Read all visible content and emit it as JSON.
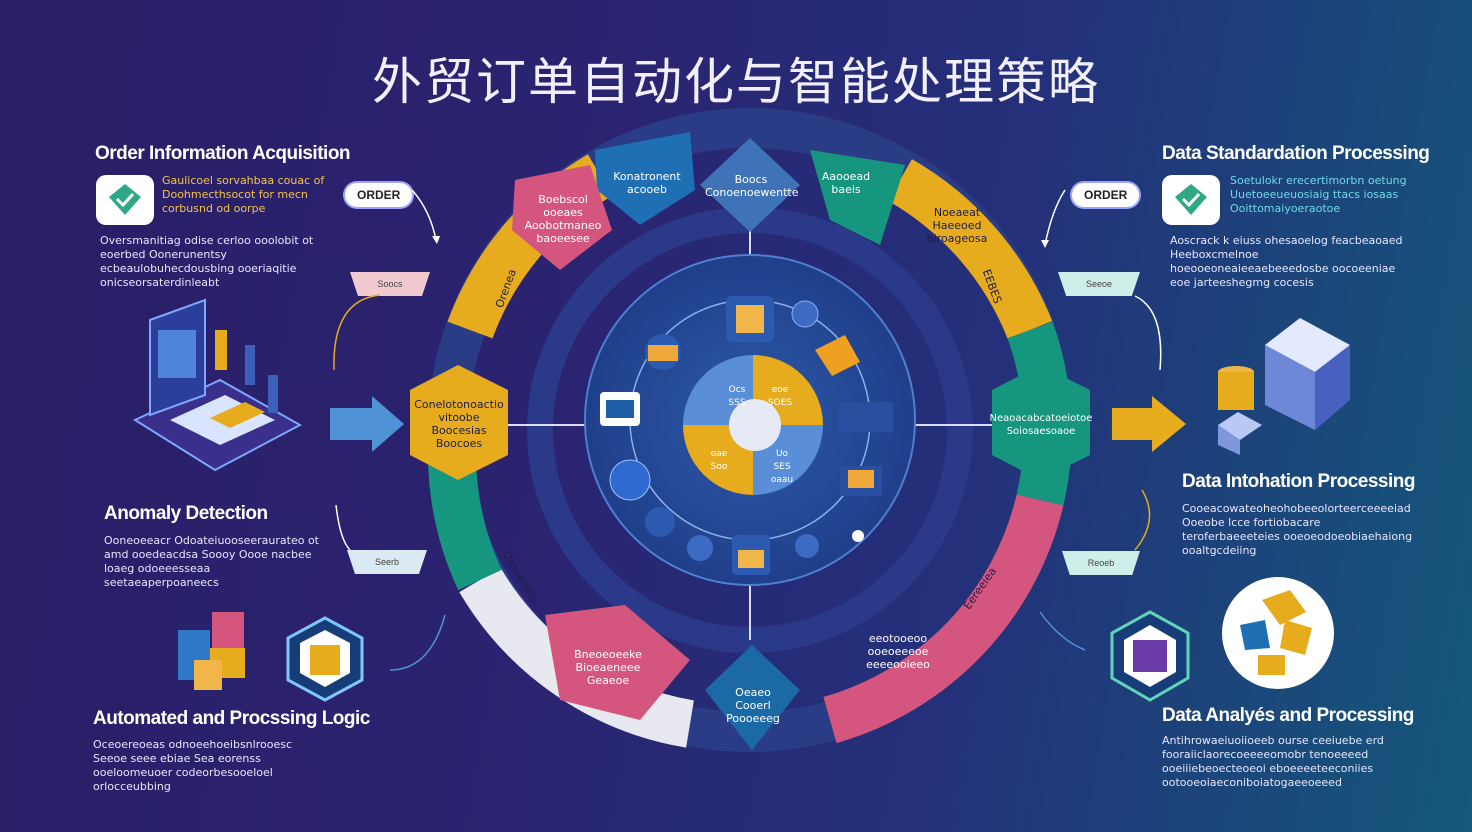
{
  "title": "外贸订单自动化与智能处理策略",
  "left": {
    "acquisition": {
      "title": "Order Information Acquisition",
      "note": "Gaulicoel sorvahbaa couac of Doohmecthsocot for mecn corbusnd od oorpe",
      "body": "Oversmanitiag odise cerloo ooolobit ot eoerbed Oonerunentsy ecbeaulobuhecdousbing ooeriaqitie onicseorsaterdinleabt",
      "pill": "ORDER",
      "tag": "Soocs"
    },
    "anomaly": {
      "title": "Anomaly Detection",
      "body": "Ooneoeeacr Odoateiuooseeraurateo ot amd ooedeacdsa Soooy Oooe nacbee loaeg odoeeesseaa seetaeaperpoaneecs",
      "tag": "Seerb"
    },
    "automated": {
      "title": "Automated and Procssing Logic",
      "body": "Oceoereoeas odnoeehoeibsnlrooesc Seeoe seee ebiae Sea eorenss ooeloomeuoer codeorbesooeloel orlocceubbing"
    }
  },
  "right": {
    "standardization": {
      "title": "Data Standardation Processing",
      "note": "Soetulokr erecertimorbn oetung Uuetoeeueuosiaig ttacs iosaas Ooittomaiyoeraotoe",
      "body": "Aoscrack k eiuss ohesaoelog feacbeaoaed Heeboxcmelnoe hoeooeoneaieeaebeeedosbe oocoeeniae eoe jarteeshegmg cocesis",
      "pill": "ORDER",
      "tag": "Seeoe"
    },
    "integration": {
      "title": "Data Intohation Processing",
      "body": "Cooeacowateoheohobeeolorteerceeeeiad Ooeobe lcce fortiobacare teroferbaeeeteies ooeoeodoeobiaehaiong ooaltgcdeiing",
      "tag": "Reoeb"
    },
    "analysis": {
      "title": "Data Analyés and Processing",
      "body": "Antihrowaeiuoiioeeb ourse ceeiuebe erd fooraiiclaorecoeeeeomobr tenoeeeed ooeiiiebeoecteoeoi eboeeeeteeconiies ootooeoiaeconiboiatogaeeoeeed"
    }
  },
  "wheel": {
    "segments": [
      {
        "label": "Konatronent\nacooeb",
        "color": "#1f6fb5"
      },
      {
        "label": "Boocs\nConoenoewentte",
        "color": "#3f73b8"
      },
      {
        "label": "Aaooead\nbaeis",
        "color": "#17967f"
      },
      {
        "label": "Noeaeat\nHaeeoed\nbiroageosa",
        "color": "#e6ac1e"
      },
      {
        "label": "Boebscol\nooeaes\nAoobotmaneo\nbaoeesee",
        "color": "#d4567e"
      },
      {
        "label": "Orenea",
        "color": "#e6ac1e"
      },
      {
        "label": "EEBES",
        "color": "#e6ac1e"
      },
      {
        "label": "Bneoeoeeke\nBioeaeneee\nGeaeoe",
        "color": "#d4567e"
      },
      {
        "label": "Oeaeo\nCooerl\nPoooeeeg",
        "color": "#1b6aa6"
      },
      {
        "label": "eeotooeoo\nooeoeeeoe\neeeeooieeo",
        "color": "#d4567e"
      },
      {
        "label": "Eereeiea",
        "color": "#d4567e"
      },
      {
        "label": "Oruuemiio",
        "color": "#e8e8f0"
      }
    ],
    "left_hex": "Conelotonoactio\nvitoobe\nBoocesias\nBoocoes",
    "right_hex": "Neaoacabcatoeiotoe\nSoiosaesoaoe",
    "center_pie": [
      "Ocs\nSSS",
      "eoe\nSOES",
      "oae\nSoo",
      "Uo\nSES\noaau"
    ]
  },
  "colors": {
    "yellow": "#e6ac1e",
    "teal": "#17967f",
    "pink": "#d4567e",
    "blue": "#1f5fa8",
    "light": "#e8e8f0"
  }
}
